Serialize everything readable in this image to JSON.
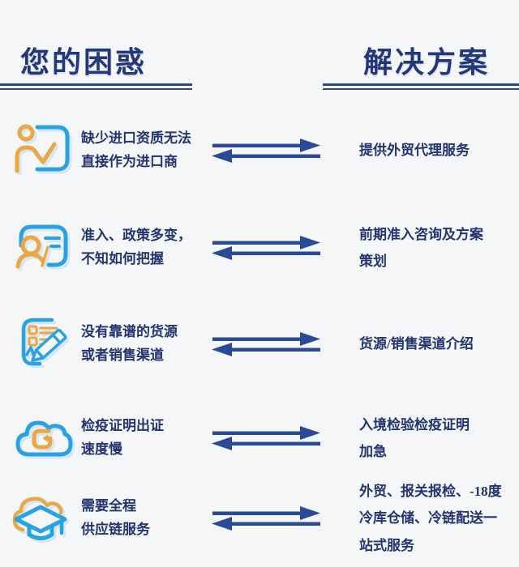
{
  "header": {
    "left_title": "您的困惑",
    "right_title": "解决方案"
  },
  "colors": {
    "background": "#F5F6F8",
    "title_text": "#243879",
    "body_text": "#22356F",
    "underline": "#2A4788",
    "arrow": "#2A4A97",
    "icon_blue": "#29A2E2",
    "icon_orange": "#E9A844"
  },
  "rows": [
    {
      "icon_name": "presentation-trainer-icon",
      "problem": "缺少进口资质无法\n直接作为进口商",
      "solution": "提供外贸代理服务"
    },
    {
      "icon_name": "id-card-person-icon",
      "problem": "准入、政策多变，\n不知如何把握",
      "solution": "前期准入咨询及方案\n策划"
    },
    {
      "icon_name": "document-pencil-icon",
      "problem": "没有靠谱的货源\n或者销售渠道",
      "solution": "货源/销售渠道介绍"
    },
    {
      "icon_name": "cloud-g-icon",
      "problem": "检疫证明出证\n速度慢",
      "solution": "入境检验检疫证明\n加急"
    },
    {
      "icon_name": "graduation-cap-cloud-icon",
      "problem": "需要全程\n供应链服务",
      "solution": "外贸、报关报检、-18度\n冷库仓储、冷链配送一\n站式服务"
    }
  ]
}
